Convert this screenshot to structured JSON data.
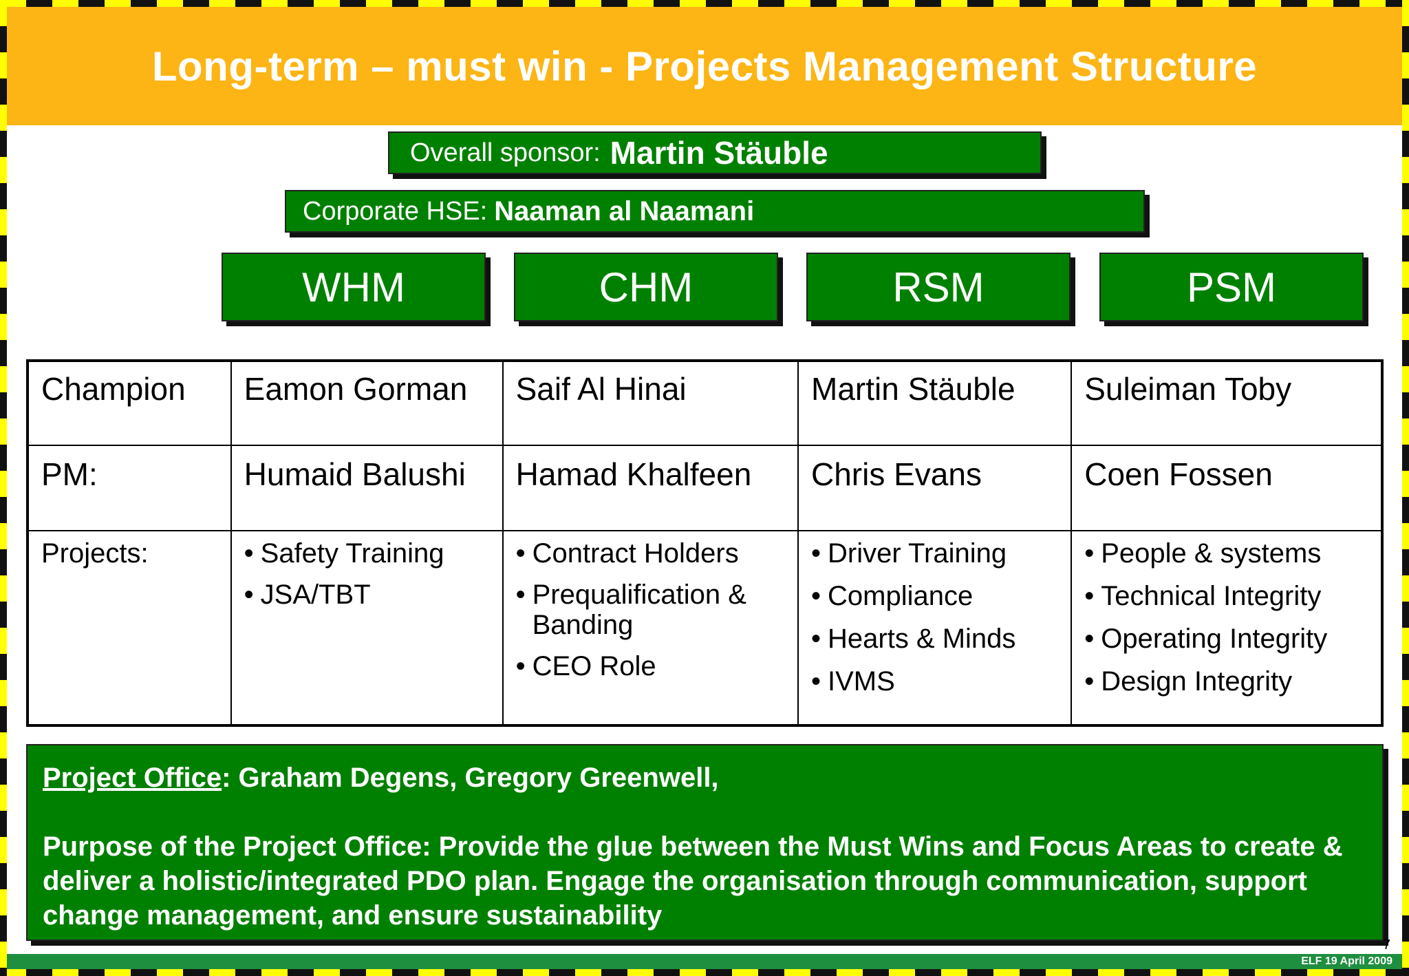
{
  "title": "Long-term – must win -  Projects Management Structure",
  "sponsor": {
    "label": "Overall sponsor:",
    "name": "Martin Stäuble"
  },
  "hse": {
    "label": "Corporate HSE:",
    "name": "Naaman al Naamani"
  },
  "departments": [
    "WHM",
    "CHM",
    "RSM",
    "PSM"
  ],
  "table": {
    "champion_label": "Champion",
    "champions": [
      "Eamon Gorman",
      "Saif Al Hinai",
      "Martin Stäuble",
      "Suleiman Toby"
    ],
    "pm_label": "PM:",
    "pms": [
      "Humaid Balushi",
      "Hamad Khalfeen",
      "Chris Evans",
      "Coen Fossen"
    ],
    "projects_label": "Projects:",
    "projects": [
      [
        "Safety Training",
        "JSA/TBT"
      ],
      [
        "Contract Holders",
        "Prequalification & Banding",
        "CEO Role"
      ],
      [
        "Driver Training",
        "Compliance",
        "Hearts & Minds",
        "IVMS"
      ],
      [
        "People & systems",
        "Technical Integrity",
        "Operating Integrity",
        "Design Integrity"
      ]
    ]
  },
  "office": {
    "label": "Project Office",
    "members": ": Graham Degens, Gregory Greenwell,",
    "purpose": "Purpose of the Project Office: Provide the glue between the Must Wins and Focus Areas to create & deliver a holistic/integrated PDO plan. Engage the organisation through communication, support change management, and ensure sustainability"
  },
  "page_number": "7",
  "footer": "ELF 19 April 2009",
  "colors": {
    "title_bar": "#fdb515",
    "green": "#008000",
    "hazard_yellow": "#ffff00",
    "hazard_black": "#111111"
  }
}
